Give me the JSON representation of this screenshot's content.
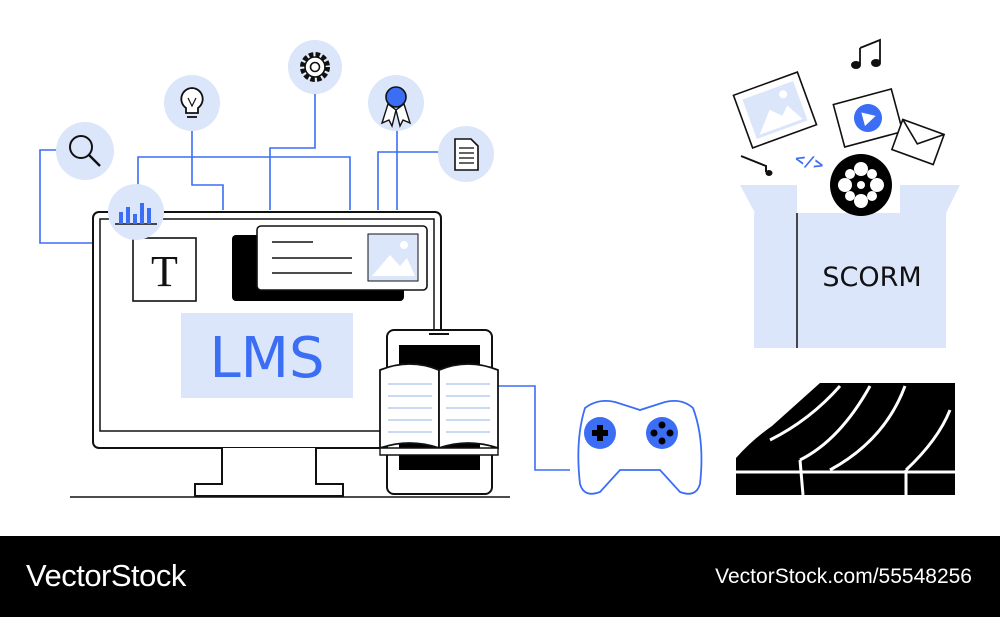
{
  "illustration": {
    "lms_label": "LMS",
    "scorm_label": "SCORM",
    "text_tile_glyph": "T",
    "code_glyph": "</>",
    "icons": [
      "search-icon",
      "bar-chart-icon",
      "lightbulb-icon",
      "gear-icon",
      "award-ribbon-icon",
      "document-icon",
      "image-icon",
      "play-icon",
      "envelope-icon",
      "music-note-icon",
      "film-reel-icon",
      "book-icon",
      "gamepad-icon"
    ],
    "colors": {
      "accent_blue": "#3b6ef5",
      "pale_blue": "#dbe6fb",
      "outline": "#111111",
      "footer_bg": "#000000"
    }
  },
  "footer": {
    "brand": "VectorStock",
    "url": "VectorStock.com/55548256"
  }
}
